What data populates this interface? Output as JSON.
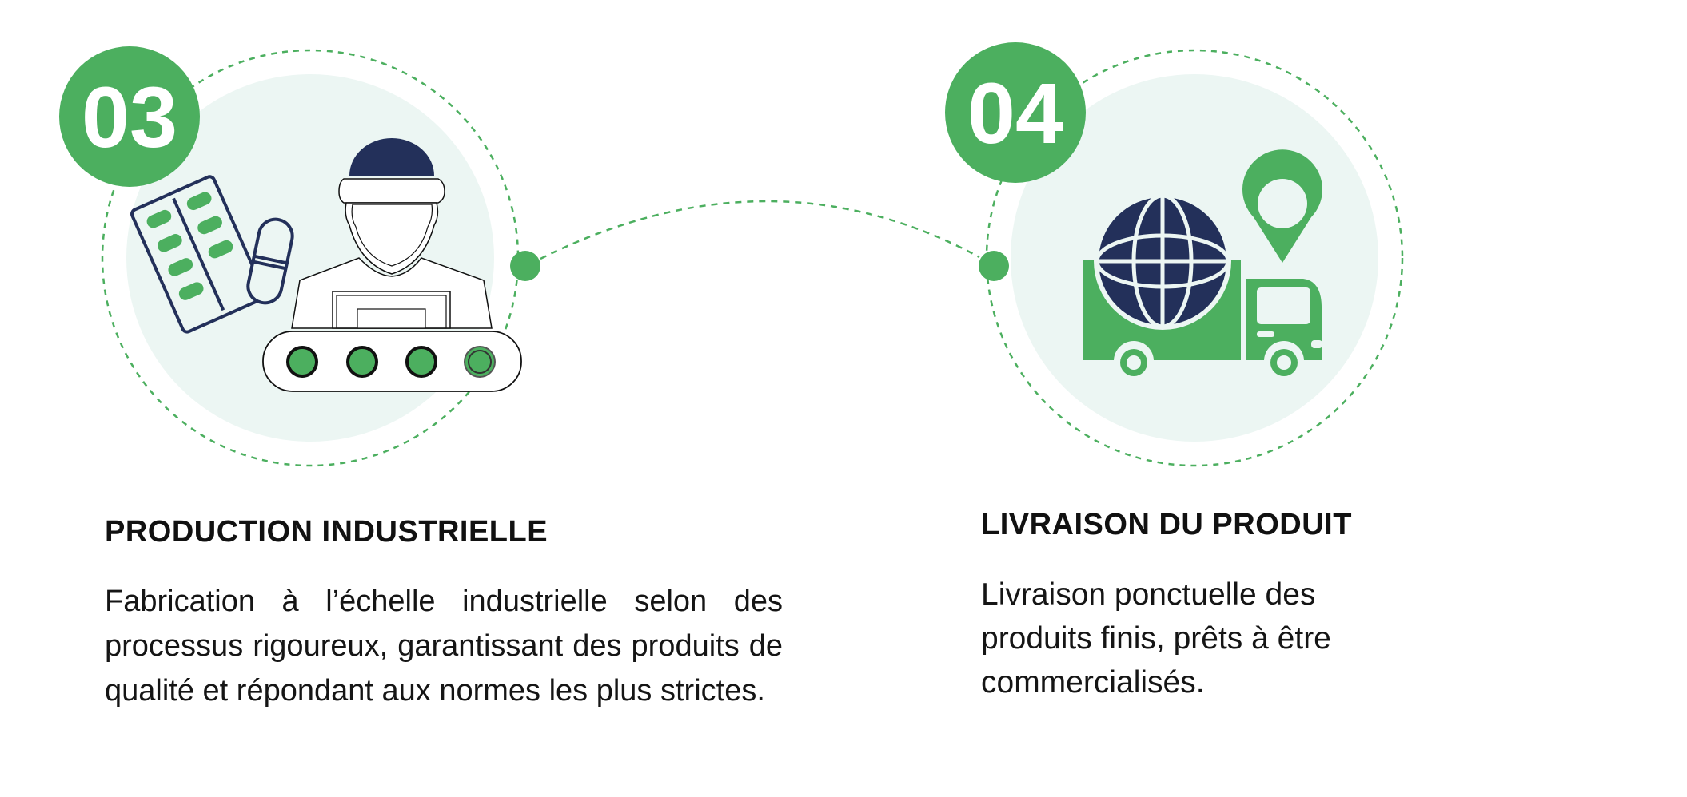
{
  "colors": {
    "accent": "#4caf5f",
    "light_circle": "#ecf6f3",
    "navy": "#23305a",
    "text": "#111111"
  },
  "steps": [
    {
      "number": "03",
      "title": "PRODUCTION INDUSTRIELLE",
      "description": "Fabrication à l’échelle industrielle selon des processus rigoureux, garantissant des produits de qualité et répondant aux normes les plus strictes.",
      "icon": "factory-worker-conveyor-icon"
    },
    {
      "number": "04",
      "title": "LIVRAISON DU PRODUIT",
      "description": "Livraison ponctuelle des produits finis, prêts à être commercialisés.",
      "icon": "delivery-truck-globe-icon"
    }
  ]
}
